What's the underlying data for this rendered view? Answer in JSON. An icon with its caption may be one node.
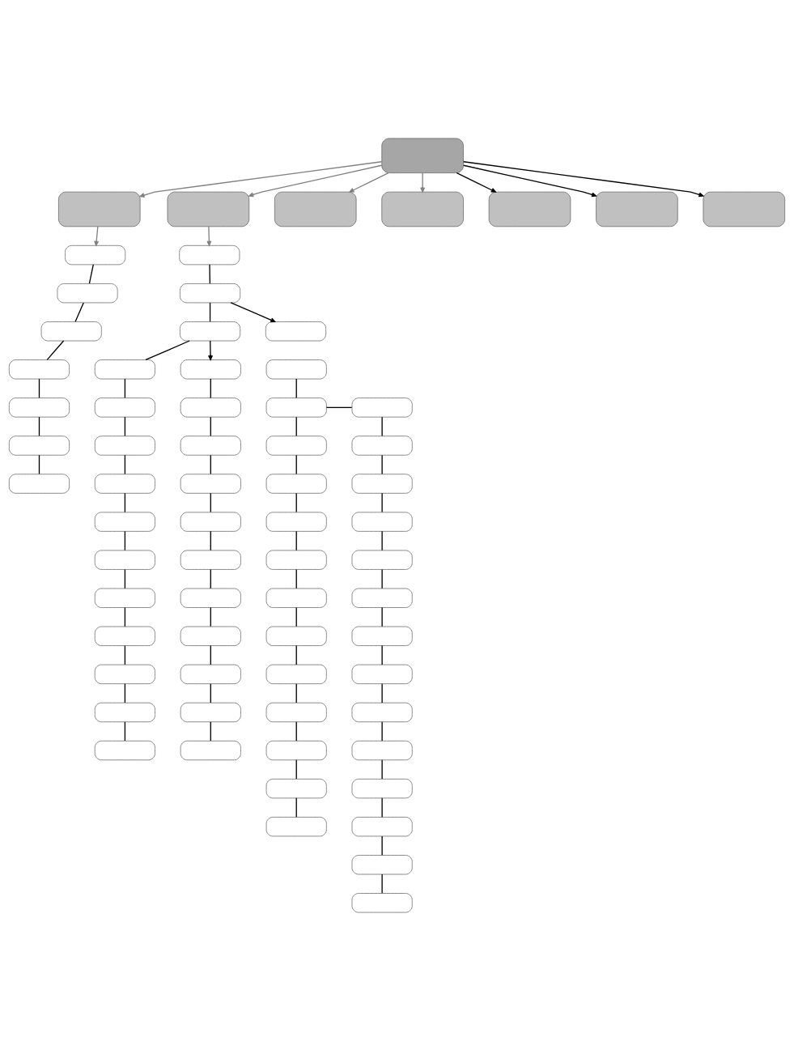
{
  "diagram": {
    "nodes": [
      {
        "text": [],
        "shape": "box"
      },
      {
        "text": [],
        "shape": "box"
      },
      {
        "text": [],
        "shape": "box"
      },
      {
        "text": [],
        "shape": "box"
      },
      {
        "text": [],
        "shape": "box"
      },
      {
        "text": [],
        "shape": "box"
      },
      {
        "text": [],
        "shape": "box"
      },
      {
        "text": [],
        "shape": "box"
      },
      {
        "text": [],
        "shape": "box"
      },
      {
        "text": [],
        "shape": "box"
      },
      {
        "text": [],
        "shape": "box"
      },
      {
        "text": [],
        "shape": "box"
      },
      {
        "text": [],
        "shape": "box"
      },
      {
        "text": [],
        "shape": "box"
      },
      {
        "text": [],
        "shape": "box"
      },
      {
        "text": [],
        "shape": "box"
      },
      {
        "text": [],
        "shape": "box"
      },
      {
        "text": [],
        "shape": "box"
      },
      {
        "text": [],
        "shape": "box"
      },
      {
        "text": [],
        "shape": "box"
      },
      {
        "text": [],
        "shape": "box"
      },
      {
        "text": [],
        "shape": "box"
      },
      {
        "text": [],
        "shape": "box"
      },
      {
        "text": [],
        "shape": "box"
      },
      {
        "text": [],
        "shape": "box"
      },
      {
        "text": [],
        "shape": "box"
      },
      {
        "text": [],
        "shape": "box"
      },
      {
        "text": [],
        "shape": "box"
      },
      {
        "text": [],
        "shape": "box"
      },
      {
        "text": [],
        "shape": "box"
      },
      {
        "text": [],
        "shape": "box"
      },
      {
        "text": [],
        "shape": "box"
      },
      {
        "text": [],
        "shape": "box"
      },
      {
        "text": [],
        "shape": "box"
      },
      {
        "text": [],
        "shape": "box"
      },
      {
        "text": [],
        "shape": "box"
      },
      {
        "text": [],
        "shape": "box"
      },
      {
        "text": [],
        "shape": "box"
      },
      {
        "text": [],
        "shape": "box"
      },
      {
        "text": [],
        "shape": "box"
      },
      {
        "text": [],
        "shape": "box"
      },
      {
        "text": [],
        "shape": "box"
      },
      {
        "text": [],
        "shape": "box"
      },
      {
        "text": [],
        "shape": "box"
      },
      {
        "text": [],
        "shape": "box"
      },
      {
        "text": [],
        "shape": "box"
      },
      {
        "text": [],
        "shape": "box"
      },
      {
        "text": [],
        "shape": "box"
      },
      {
        "text": [],
        "shape": "box"
      },
      {
        "text": [],
        "shape": "box"
      },
      {
        "text": [],
        "shape": "box"
      },
      {
        "text": [],
        "shape": "box"
      },
      {
        "text": [],
        "shape": "box"
      },
      {
        "text": [],
        "shape": "box"
      },
      {
        "text": [],
        "shape": "box"
      },
      {
        "text": [],
        "shape": "box"
      },
      {
        "text": [],
        "shape": "box"
      },
      {
        "text": [],
        "shape": "box"
      },
      {
        "text": [],
        "shape": "box"
      },
      {
        "text": [],
        "shape": "box"
      },
      {
        "text": [],
        "shape": "box"
      },
      {
        "text": [],
        "shape": "box"
      },
      {
        "text": [],
        "shape": "box"
      },
      {
        "text": [],
        "shape": "box"
      },
      {
        "text": [],
        "shape": "box"
      },
      {
        "text": [],
        "shape": "box"
      },
      {
        "text": [],
        "shape": "box"
      },
      {
        "text": [],
        "shape": "box"
      }
    ],
    "edges": [
      {
        "from": 0,
        "to": 1,
        "arrow": "to",
        "color": "#808080"
      },
      {
        "from": 0,
        "to": 2,
        "arrow": "to",
        "color": "#808080"
      },
      {
        "from": 0,
        "to": 3,
        "arrow": "to",
        "color": "#808080"
      },
      {
        "from": 0,
        "to": 4,
        "arrow": "to",
        "color": "#808080"
      },
      {
        "from": 0,
        "to": 5,
        "arrow": "to"
      },
      {
        "from": 0,
        "to": 6,
        "arrow": "to"
      },
      {
        "from": 0,
        "to": 7,
        "arrow": "to"
      },
      {
        "from": 1,
        "to": 8,
        "arrow": "to",
        "color": "#808080"
      },
      {
        "from": 8,
        "to": 9,
        "arrow": "none"
      },
      {
        "from": 9,
        "to": 10,
        "arrow": "none"
      },
      {
        "from": 10,
        "to": 11,
        "arrow": "none"
      },
      {
        "from": 11,
        "to": 12,
        "arrow": "none"
      },
      {
        "from": 12,
        "to": 13,
        "arrow": "none"
      },
      {
        "from": 13,
        "to": 14,
        "arrow": "none"
      },
      {
        "from": 2,
        "to": 15,
        "arrow": "to",
        "color": "#808080"
      },
      {
        "from": 15,
        "to": 16,
        "arrow": "none"
      },
      {
        "from": 16,
        "to": 17,
        "arrow": "none"
      },
      {
        "from": 17,
        "to": 18,
        "arrow": "none"
      },
      {
        "from": 18,
        "to": 19,
        "arrow": "none"
      },
      {
        "from": 19,
        "to": 20,
        "arrow": "none"
      },
      {
        "from": 20,
        "to": 21,
        "arrow": "none"
      },
      {
        "from": 21,
        "to": 22,
        "arrow": "none"
      },
      {
        "from": 22,
        "to": 23,
        "arrow": "none"
      },
      {
        "from": 23,
        "to": 24,
        "arrow": "none"
      },
      {
        "from": 24,
        "to": 25,
        "arrow": "none"
      },
      {
        "from": 25,
        "to": 26,
        "arrow": "none"
      },
      {
        "from": 26,
        "to": 27,
        "arrow": "none"
      },
      {
        "from": 27,
        "to": 28,
        "arrow": "none"
      },
      {
        "from": 16,
        "to": 40,
        "arrow": "to"
      },
      {
        "from": 17,
        "to": 29,
        "arrow": "to"
      },
      {
        "from": 29,
        "to": 30,
        "arrow": "none"
      },
      {
        "from": 30,
        "to": 31,
        "arrow": "none"
      },
      {
        "from": 31,
        "to": 32,
        "arrow": "none"
      },
      {
        "from": 32,
        "to": 33,
        "arrow": "none"
      },
      {
        "from": 33,
        "to": 34,
        "arrow": "none"
      },
      {
        "from": 34,
        "to": 35,
        "arrow": "none"
      },
      {
        "from": 35,
        "to": 36,
        "arrow": "none"
      },
      {
        "from": 36,
        "to": 37,
        "arrow": "none"
      },
      {
        "from": 37,
        "to": 38,
        "arrow": "none"
      },
      {
        "from": 38,
        "to": 39,
        "arrow": "none"
      },
      {
        "from": 41,
        "to": 42,
        "arrow": "none"
      },
      {
        "from": 42,
        "to": 43,
        "arrow": "none"
      },
      {
        "from": 43,
        "to": 44,
        "arrow": "none"
      },
      {
        "from": 44,
        "to": 45,
        "arrow": "none"
      },
      {
        "from": 45,
        "to": 46,
        "arrow": "none"
      },
      {
        "from": 46,
        "to": 47,
        "arrow": "none"
      },
      {
        "from": 47,
        "to": 48,
        "arrow": "none"
      },
      {
        "from": 48,
        "to": 49,
        "arrow": "none"
      },
      {
        "from": 49,
        "to": 50,
        "arrow": "none"
      },
      {
        "from": 50,
        "to": 51,
        "arrow": "none"
      },
      {
        "from": 51,
        "to": 52,
        "arrow": "none"
      },
      {
        "from": 52,
        "to": 53,
        "arrow": "none"
      },
      {
        "from": 42,
        "to": 54,
        "arrow": "none"
      },
      {
        "from": 54,
        "to": 55,
        "arrow": "none"
      },
      {
        "from": 55,
        "to": 56,
        "arrow": "none"
      },
      {
        "from": 56,
        "to": 57,
        "arrow": "none"
      },
      {
        "from": 57,
        "to": 58,
        "arrow": "none"
      },
      {
        "from": 58,
        "to": 59,
        "arrow": "none"
      },
      {
        "from": 59,
        "to": 60,
        "arrow": "none"
      },
      {
        "from": 60,
        "to": 61,
        "arrow": "none"
      },
      {
        "from": 61,
        "to": 62,
        "arrow": "none"
      },
      {
        "from": 62,
        "to": 63,
        "arrow": "none"
      },
      {
        "from": 63,
        "to": 64,
        "arrow": "none"
      },
      {
        "from": 64,
        "to": 65,
        "arrow": "none"
      },
      {
        "from": 65,
        "to": 66,
        "arrow": "none"
      },
      {
        "from": 66,
        "to": 67,
        "arrow": "none"
      }
    ]
  }
}
